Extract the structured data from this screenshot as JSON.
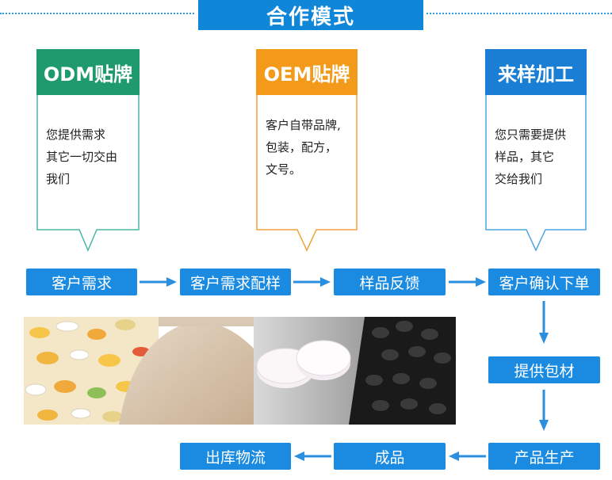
{
  "title": "合作模式",
  "cards": [
    {
      "head": "ODM贴牌",
      "body": "您提供需求\n其它一切交由\n我们",
      "color": "#1f9a6c",
      "border": "#48b7a6"
    },
    {
      "head": "OEM贴牌",
      "body": "客户自带品牌,\n包装，配方，\n文号。",
      "color": "#f39a1a",
      "border": "#f3a23a"
    },
    {
      "head": "来样加工",
      "body": "您只需要提供\n样品，其它\n交给我们",
      "color": "#1a7fd4",
      "border": "#4ea6e0"
    }
  ],
  "flow": {
    "s1": "客户需求",
    "s2": "客户需求配样",
    "s3": "样品反馈",
    "s4": "客户确认下单",
    "s5": "提供包材",
    "s6": "产品生产",
    "s7": "成品",
    "s8": "出库物流"
  },
  "colors": {
    "step": "#1a8be0",
    "arrow": "#2b8fe0"
  }
}
